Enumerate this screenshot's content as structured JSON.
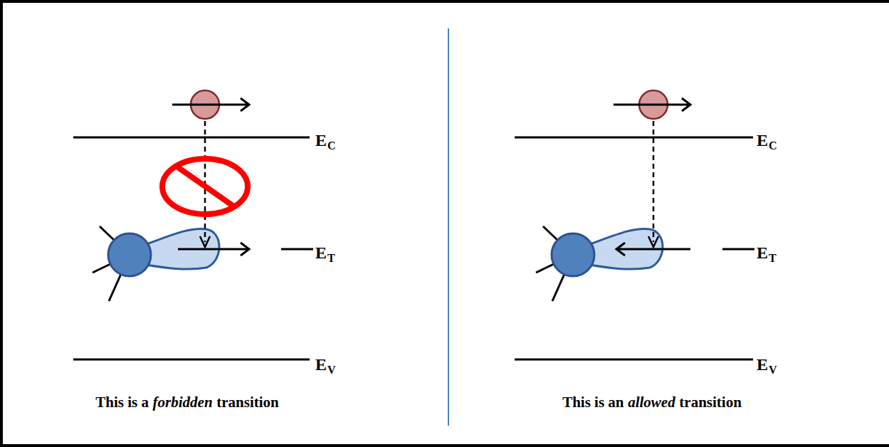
{
  "diagram": {
    "labels": [
      "E",
      "C",
      "E",
      "T",
      "E",
      "V",
      "This is a",
      "forbidden",
      "transition",
      "E",
      "C",
      "E",
      "T",
      "E",
      "V",
      "This is an",
      "allowed",
      "transition"
    ]
  }
}
